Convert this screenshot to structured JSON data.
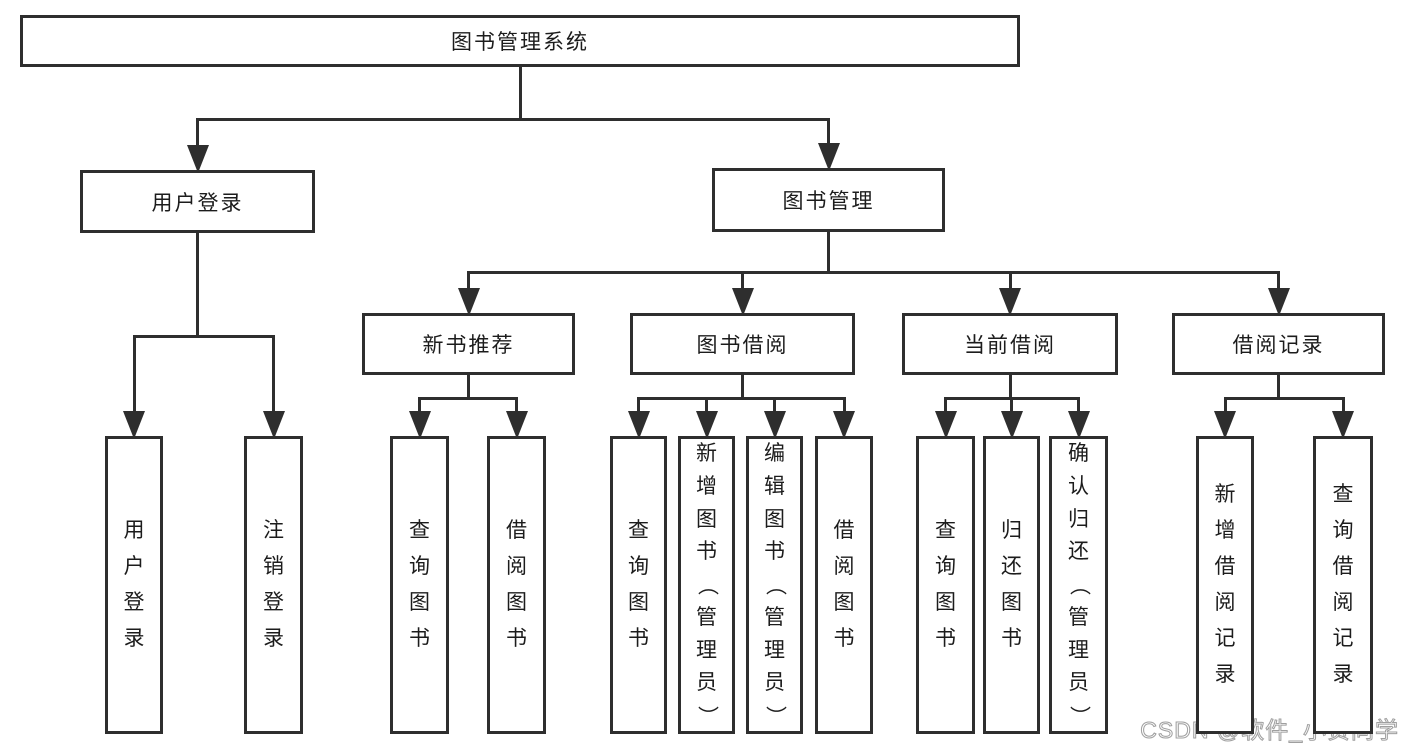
{
  "watermark": "CSDN @软件_小贺同学",
  "colors": {
    "line": "#2e2e2e",
    "box_border": "#2e2e2e",
    "text": "#1c1c1c",
    "background": "#ffffff",
    "watermark_fill": "#ffffff",
    "watermark_stroke": "#9f9f9f"
  },
  "tree": {
    "id": "root",
    "label": "图书管理系统",
    "children": [
      {
        "id": "user-login",
        "label": "用户登录",
        "children": [
          {
            "id": "user-login-leaf",
            "label": "用户登录"
          },
          {
            "id": "logout-leaf",
            "label": "注销登录"
          }
        ]
      },
      {
        "id": "book-management",
        "label": "图书管理",
        "children": [
          {
            "id": "new-book-recommend",
            "label": "新书推荐",
            "children": [
              {
                "id": "nb-query-books",
                "label": "查询图书"
              },
              {
                "id": "nb-borrow-books",
                "label": "借阅图书"
              }
            ]
          },
          {
            "id": "book-borrow",
            "label": "图书借阅",
            "children": [
              {
                "id": "bb-query-books",
                "label": "查询图书"
              },
              {
                "id": "bb-add-books",
                "label": "新增图书（管理员）"
              },
              {
                "id": "bb-edit-books",
                "label": "编辑图书（管理员）"
              },
              {
                "id": "bb-borrow-books",
                "label": "借阅图书"
              }
            ]
          },
          {
            "id": "current-borrow",
            "label": "当前借阅",
            "children": [
              {
                "id": "cb-query-books",
                "label": "查询图书"
              },
              {
                "id": "cb-return-books",
                "label": "归还图书"
              },
              {
                "id": "cb-confirm-return",
                "label": "确认归还（管理员）"
              }
            ]
          },
          {
            "id": "borrow-records",
            "label": "借阅记录",
            "children": [
              {
                "id": "br-add-record",
                "label": "新增借阅记录"
              },
              {
                "id": "br-query-record",
                "label": "查询借阅记录"
              }
            ]
          }
        ]
      }
    ]
  }
}
